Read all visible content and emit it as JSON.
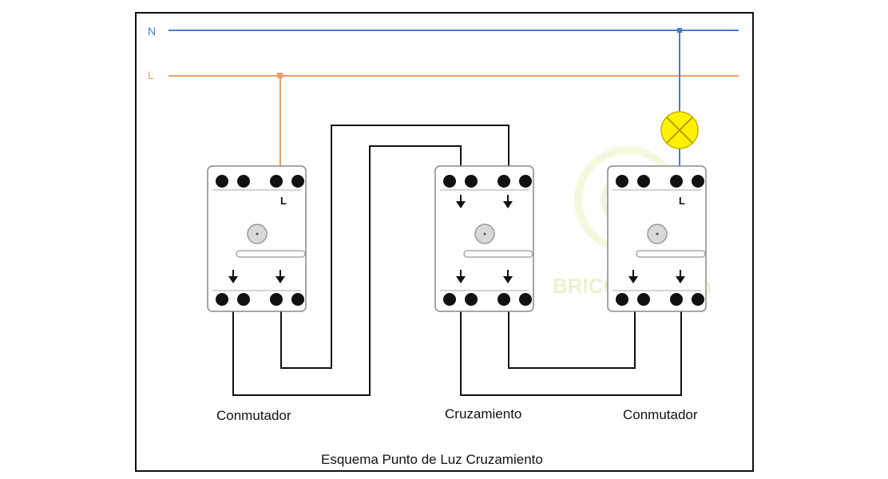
{
  "lines": {
    "neutral_label": "N",
    "live_label": "L"
  },
  "devices": [
    {
      "id": "left",
      "caption": "Conmutador",
      "terminal_label": "L"
    },
    {
      "id": "middle",
      "caption": "Cruzamiento"
    },
    {
      "id": "right",
      "caption": "Conmutador",
      "terminal_label": "L"
    }
  ],
  "title": "Esquema Punto de Luz Cruzamiento",
  "watermark": "BRICOblog.com",
  "colors": {
    "neutral": "#4a7cc9",
    "live": "#e8a066",
    "wire": "#111111",
    "lamp": "#fff200",
    "frame": "#111111"
  }
}
